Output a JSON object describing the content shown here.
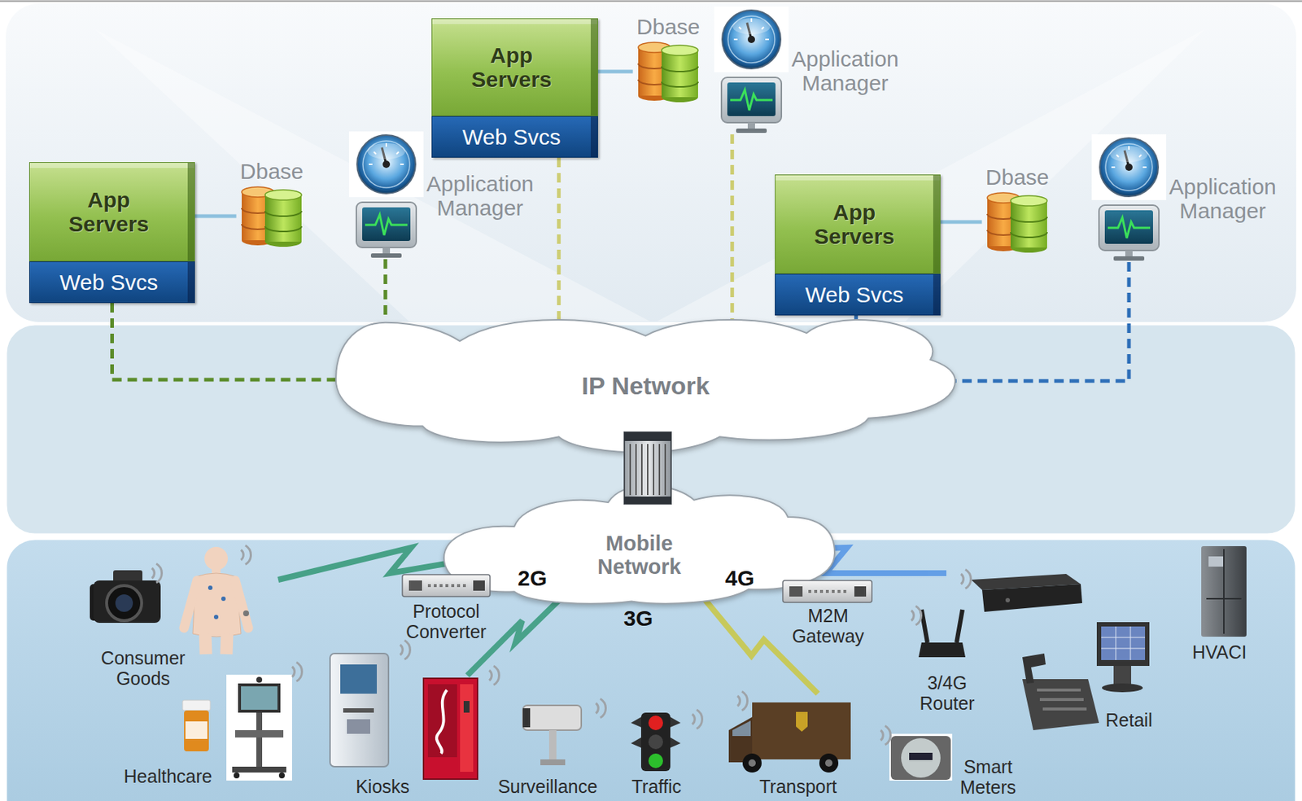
{
  "diagram": {
    "nodes": [
      {
        "text": [
          "App Servers"
        ]
      },
      {
        "text": [
          "Web Svcs"
        ]
      },
      {
        "text": [
          "Dbase"
        ]
      },
      {
        "text": [
          "Application Manager"
        ]
      },
      {
        "text": [
          "App Servers"
        ]
      },
      {
        "text": [
          "Web Svcs"
        ]
      },
      {
        "text": [
          "Dbase"
        ]
      },
      {
        "text": [
          "Application Manager"
        ]
      },
      {
        "text": [
          "App Servers"
        ]
      },
      {
        "text": [
          "Web Svcs"
        ]
      },
      {
        "text": [
          "Dbase"
        ]
      },
      {
        "text": [
          "Application Manager"
        ]
      },
      {
        "text": [
          "IP Network"
        ]
      },
      {
        "text": [
          "Mobile Network"
        ]
      }
    ],
    "edges": [
      {
        "from": 0,
        "to": 2,
        "arrow": "none"
      },
      {
        "from": 1,
        "to": 12,
        "arrow": "none"
      },
      {
        "from": 3,
        "to": 12,
        "arrow": "none"
      },
      {
        "from": 4,
        "to": 6,
        "arrow": "none"
      },
      {
        "from": 5,
        "to": 12,
        "arrow": "none"
      },
      {
        "from": 7,
        "to": 12,
        "arrow": "none"
      },
      {
        "from": 8,
        "to": 10,
        "arrow": "none"
      },
      {
        "from": 9,
        "to": 12,
        "arrow": "none"
      },
      {
        "from": 11,
        "to": 12,
        "arrow": "none"
      },
      {
        "from": 12,
        "to": 13,
        "arrow": "none"
      }
    ],
    "labels": [
      "2G",
      "3G",
      "4G",
      "Protocol Converter",
      "M2M Gateway",
      "Consumer Goods",
      "Healthcare",
      "Kiosks",
      "Surveillance",
      "Traffic",
      "Transport",
      "3/4G Router",
      "Smart Meters",
      "Retail",
      "HVACI"
    ]
  }
}
